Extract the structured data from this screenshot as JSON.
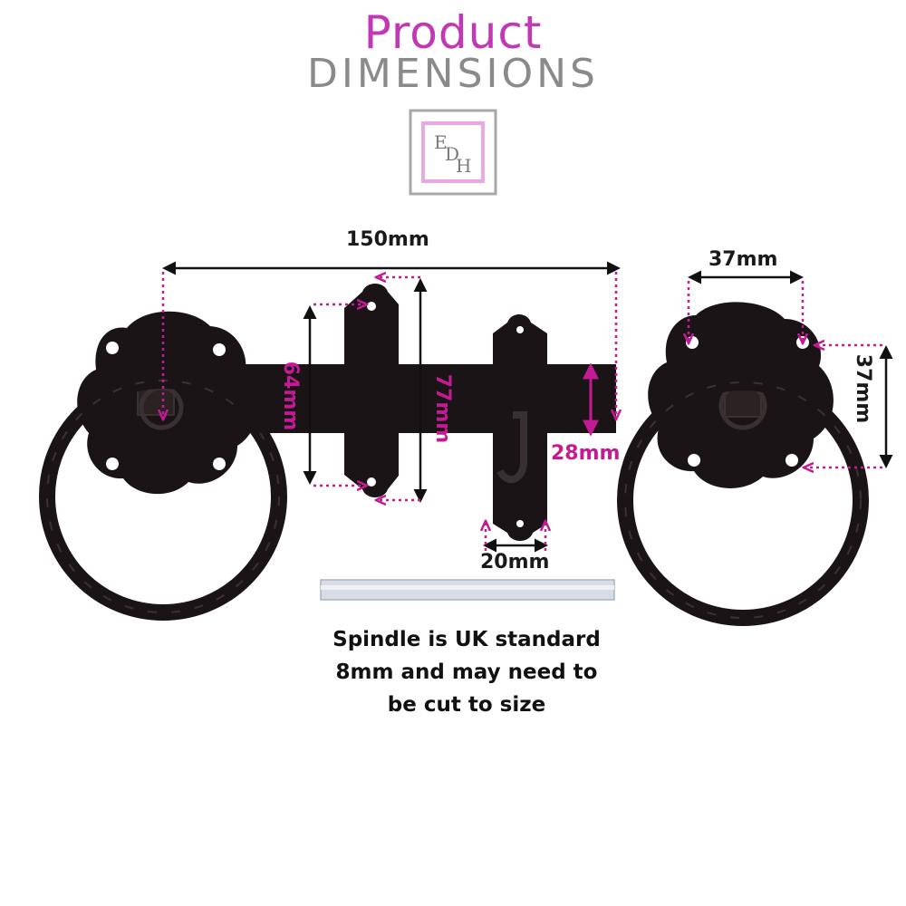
{
  "header": {
    "title_line1": "Product",
    "title_line2": "DIMENSIONS"
  },
  "logo": {
    "letters": "EDH",
    "frame_color": "#a8a8a8",
    "accent_color": "#e9a7e3"
  },
  "dimensions": {
    "overall_width": "150mm",
    "keep_height": "64mm",
    "keep_outer_height": "77mm",
    "bar_height": "28mm",
    "catch_width": "20mm",
    "backplate_width": "37mm",
    "backplate_height": "37mm"
  },
  "note": {
    "line1": "Spindle is UK standard",
    "line2": "8mm and may need to",
    "line3": "be cut to size"
  },
  "colors": {
    "accent_pink": "#c51a95",
    "iron": "#1b1416",
    "dimension_black": "#111111"
  }
}
